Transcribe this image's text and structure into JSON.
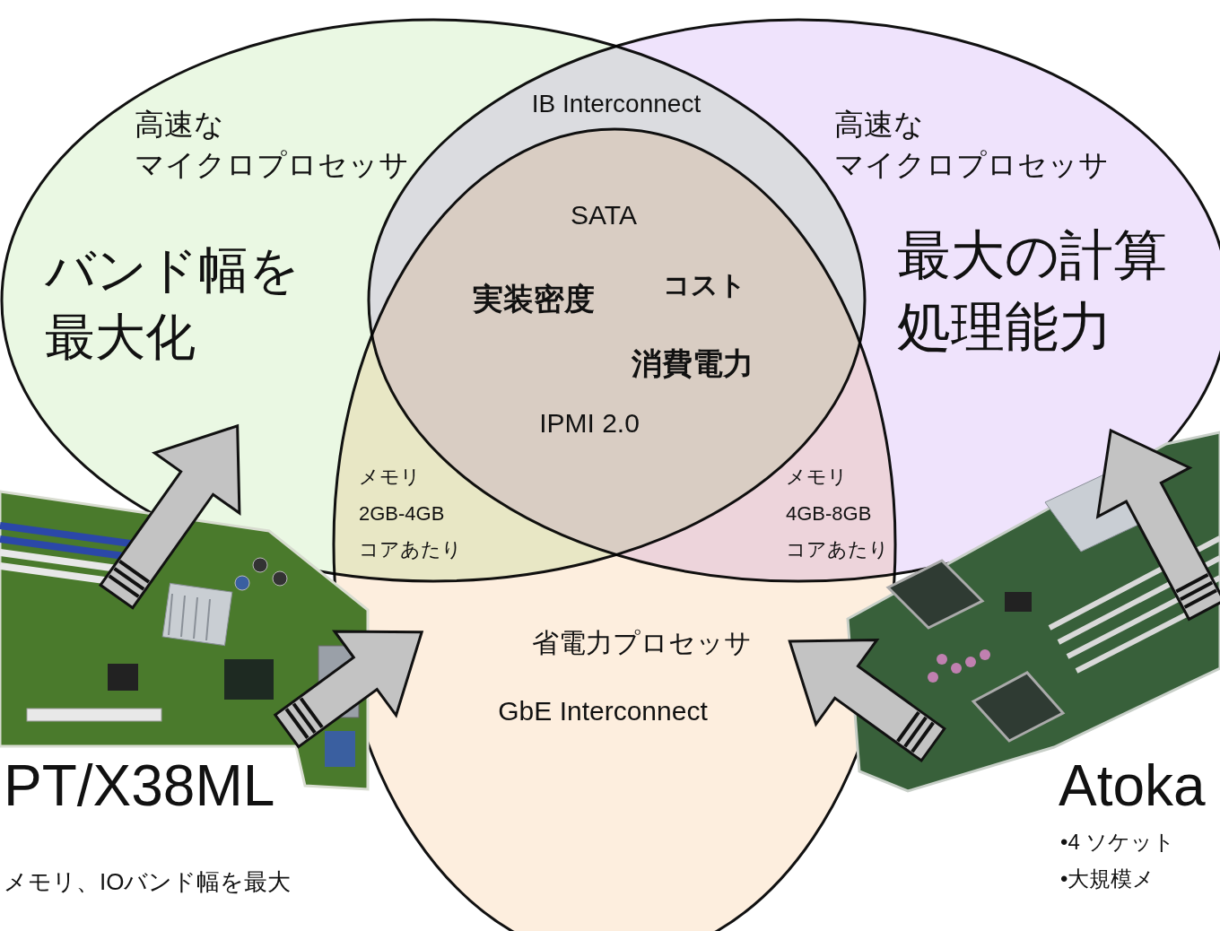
{
  "diagram": {
    "nodes": [
      {
        "text": [
          "高速な マイクロプロセッサ",
          "バンド幅を 最大化"
        ]
      },
      {
        "text": [
          "高速な マイクロプロセッサ",
          "最大の計算 処理能力"
        ]
      },
      {
        "text": [
          "省電力プロセッサ",
          "GbE Interconnect"
        ]
      },
      {
        "text": [
          "PT/X38ML",
          "メモリ、IOバンド幅を最大"
        ]
      },
      {
        "text": [
          "Atoka",
          "•4 ソケット",
          "•大規模メ"
        ]
      }
    ],
    "edges": [
      {
        "from": 3,
        "to": 0,
        "arrow": "to"
      },
      {
        "from": 3,
        "to": 2,
        "arrow": "to"
      },
      {
        "from": 4,
        "to": 1,
        "arrow": "to"
      },
      {
        "from": 4,
        "to": 2,
        "arrow": "to"
      }
    ],
    "labels": [
      "IB Interconnect",
      "SATA",
      "実装密度",
      "コスト",
      "消費電力",
      "IPMI 2.0",
      "メモリ 2GB-4GB コアあたり",
      "メモリ 4GB-8GB コアあたり"
    ]
  }
}
